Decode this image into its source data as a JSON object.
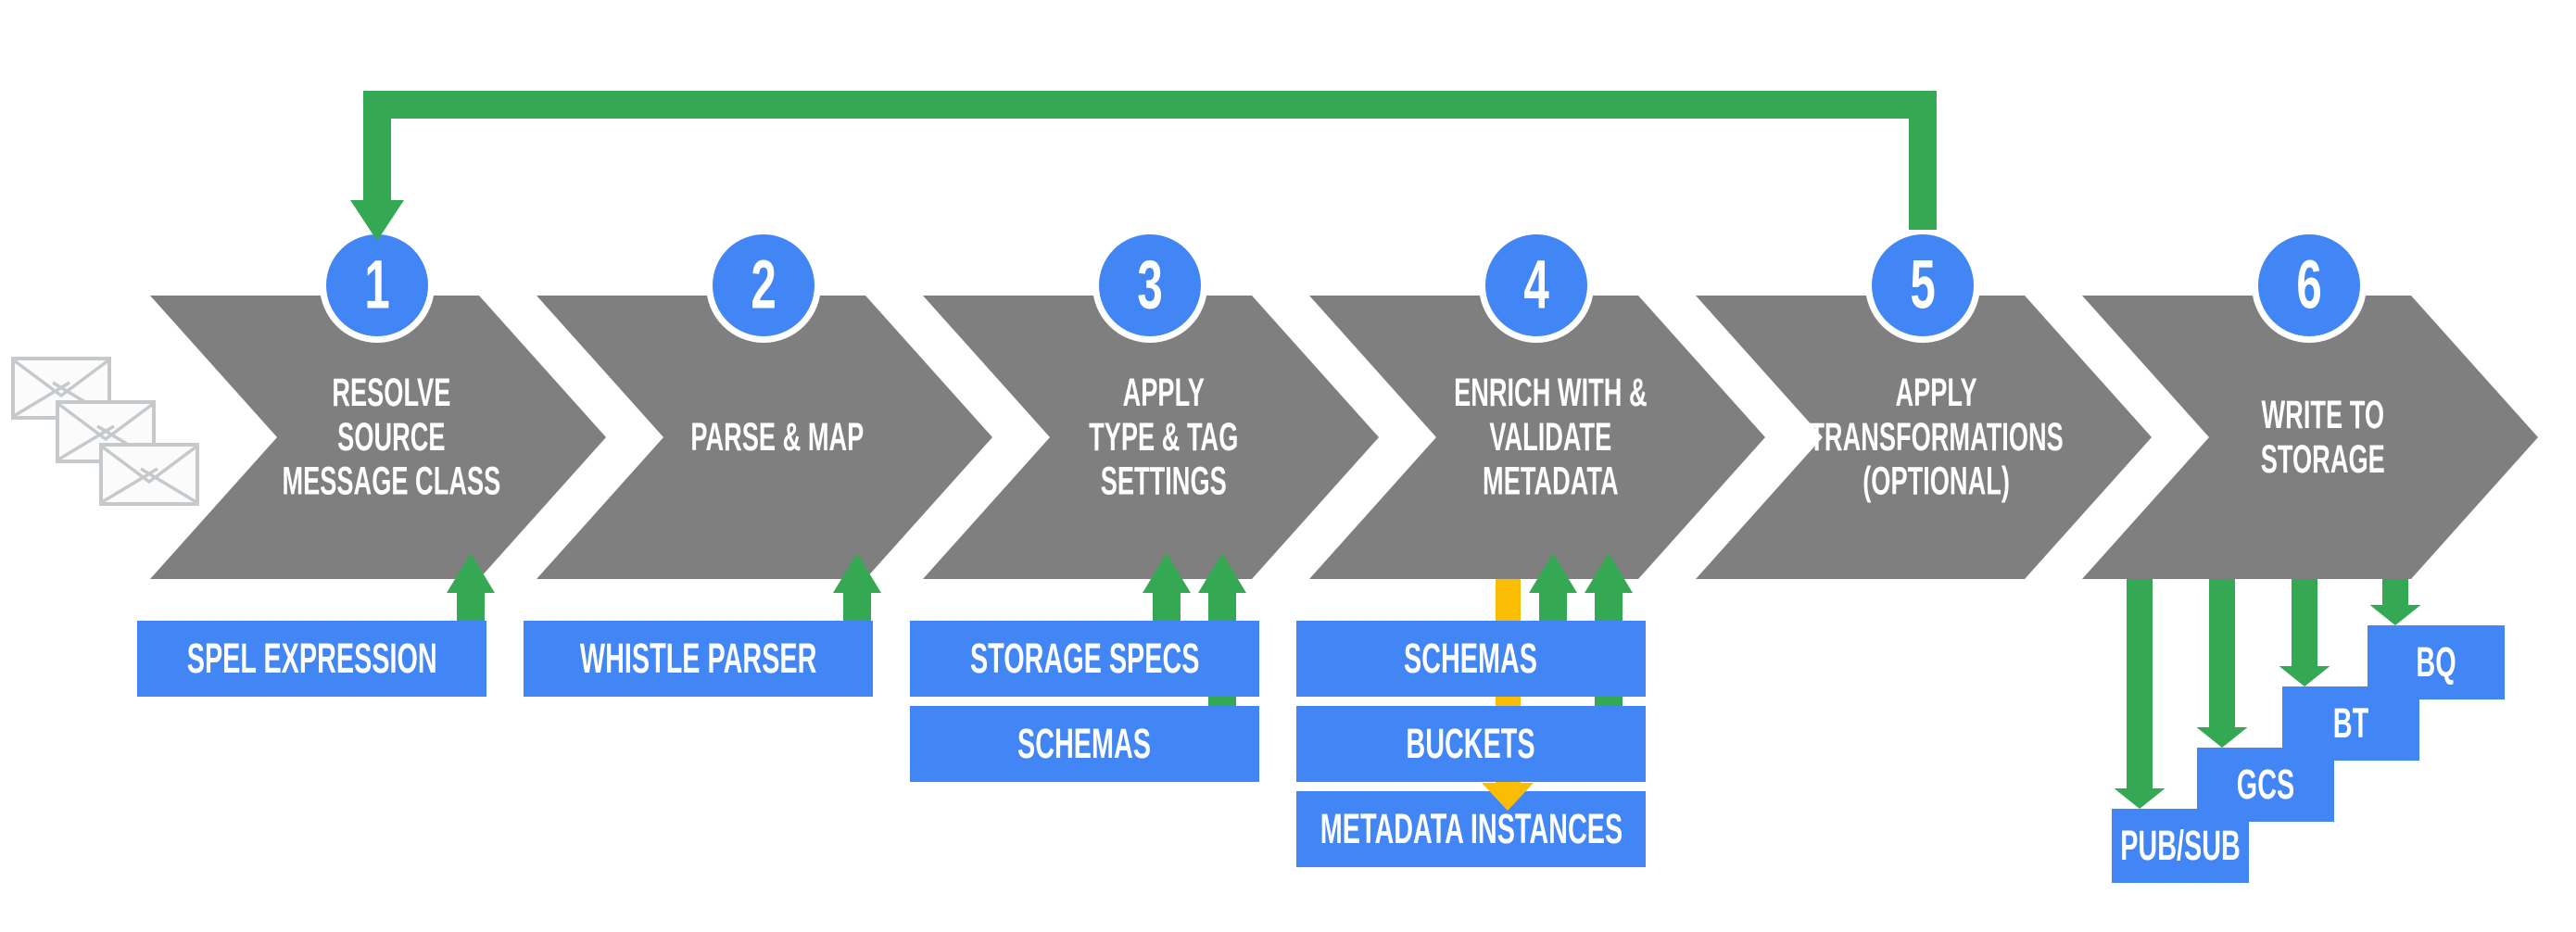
{
  "diagram": "data-ingestion-pipeline-flow",
  "colors": {
    "chevron_gray": "#7f7f7f",
    "accent_blue": "#4285f4",
    "arrow_green": "#34a853",
    "arrow_yellow": "#fbbc04",
    "text_white": "#ffffff",
    "envelope_stroke": "#c5c9cc",
    "envelope_fill": "#fbfbfb"
  },
  "steps": [
    {
      "number": "1",
      "lines": [
        "RESOLVE",
        "SOURCE",
        "MESSAGE CLASS"
      ]
    },
    {
      "number": "2",
      "lines": [
        "PARSE & MAP"
      ]
    },
    {
      "number": "3",
      "lines": [
        "APPLY",
        "TYPE & TAG",
        "SETTINGS"
      ]
    },
    {
      "number": "4",
      "lines": [
        "ENRICH WITH &",
        "VALIDATE",
        "METADATA"
      ]
    },
    {
      "number": "5",
      "lines": [
        "APPLY",
        "TRANSFORMATIONS",
        "(OPTIONAL)"
      ]
    },
    {
      "number": "6",
      "lines": [
        "WRITE TO",
        "STORAGE"
      ]
    }
  ],
  "input_groups": [
    {
      "step": 1,
      "boxes": [
        "SPEL EXPRESSION"
      ]
    },
    {
      "step": 2,
      "boxes": [
        "WHISTLE PARSER"
      ]
    },
    {
      "step": 3,
      "boxes": [
        "STORAGE SPECS",
        "SCHEMAS"
      ]
    },
    {
      "step": 4,
      "boxes": [
        "SCHEMAS",
        "BUCKETS",
        "METADATA INSTANCES"
      ],
      "yellow_down_arrow_to": "METADATA INSTANCES"
    }
  ],
  "outputs": [
    {
      "label": "PUB/SUB"
    },
    {
      "label": "GCS"
    },
    {
      "label": "BT"
    },
    {
      "label": "BQ"
    }
  ],
  "feedback_loop": {
    "from_step": "5",
    "to_step": "1"
  },
  "message_source_icon": {
    "name": "envelopes-icon",
    "count": 3
  }
}
